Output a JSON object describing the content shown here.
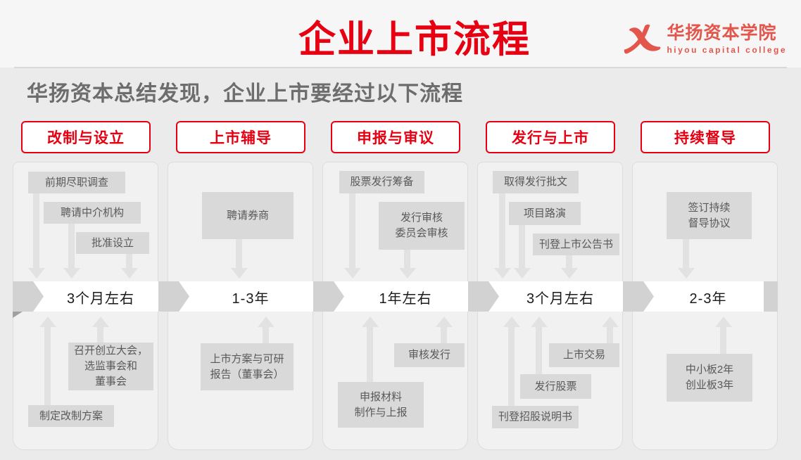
{
  "title": "企业上市流程",
  "logo": {
    "name_cn": "华扬资本学院",
    "name_en": "hiyou capital college"
  },
  "subtitle": "华扬资本总结发现，企业上市要经过以下流程",
  "columns": [
    {
      "label": "改制与设立",
      "duration": "3个月左右",
      "top_boxes": [
        "前期尽职调查",
        "聘请中介机构",
        "批准设立"
      ],
      "bottom_boxes": [
        "召开创立大会，\n选监事会和\n董事会",
        "制定改制方案"
      ]
    },
    {
      "label": "上市辅导",
      "duration": "1-3年",
      "top_boxes": [
        "聘请券商"
      ],
      "bottom_boxes": [
        "上市方案与可研\n报告（董事会）"
      ]
    },
    {
      "label": "申报与审议",
      "duration": "1年左右",
      "top_boxes": [
        "股票发行筹备",
        "发行审核\n委员会审核"
      ],
      "bottom_boxes": [
        "审核发行",
        "申报材料\n制作与上报"
      ]
    },
    {
      "label": "发行与上市",
      "duration": "3个月左右",
      "top_boxes": [
        "取得发行批文",
        "项目路演",
        "刊登上市公告书"
      ],
      "bottom_boxes": [
        "上市交易",
        "发行股票",
        "刊登招股说明书"
      ]
    },
    {
      "label": "持续督导",
      "duration": "2-3年",
      "top_boxes": [
        "签订持续\n督导协议"
      ],
      "bottom_boxes": [
        "中小板2年\n创业板3年"
      ]
    }
  ],
  "colors": {
    "title_red": "#e60012",
    "logo_coral": "#e2564c",
    "box_gray": "#d9d9d9",
    "box_text": "#595959",
    "chevron_gray": "#d2d2d2"
  }
}
